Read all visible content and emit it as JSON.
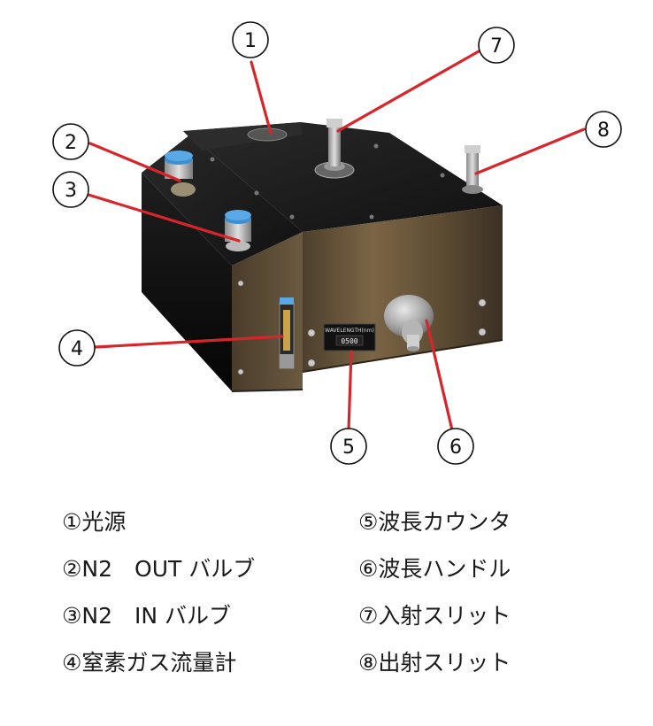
{
  "callouts": [
    {
      "num": "1"
    },
    {
      "num": "2"
    },
    {
      "num": "3"
    },
    {
      "num": "4"
    },
    {
      "num": "5"
    },
    {
      "num": "6"
    },
    {
      "num": "7"
    },
    {
      "num": "8"
    }
  ],
  "legend_left": [
    {
      "mark": "①",
      "label": "光源"
    },
    {
      "mark": "②",
      "label": "N2　OUT バルブ"
    },
    {
      "mark": "③",
      "label": "N2　IN バルブ"
    },
    {
      "mark": "④",
      "label": "窒素ガス流量計"
    }
  ],
  "legend_right": [
    {
      "mark": "⑤",
      "label": "波長カウンタ"
    },
    {
      "mark": "⑥",
      "label": "波長ハンドル"
    },
    {
      "mark": "⑦",
      "label": "入射スリット"
    },
    {
      "mark": "⑧",
      "label": "出射スリット"
    }
  ],
  "counter": {
    "label": "WAVELENGTH(nm)",
    "digits": "0500"
  },
  "colors": {
    "leader_line": "#d6262b",
    "body_dark": "#1b1b1b",
    "front_brown": "#6e5a3e",
    "cap_blue": "#3d8fd0"
  }
}
